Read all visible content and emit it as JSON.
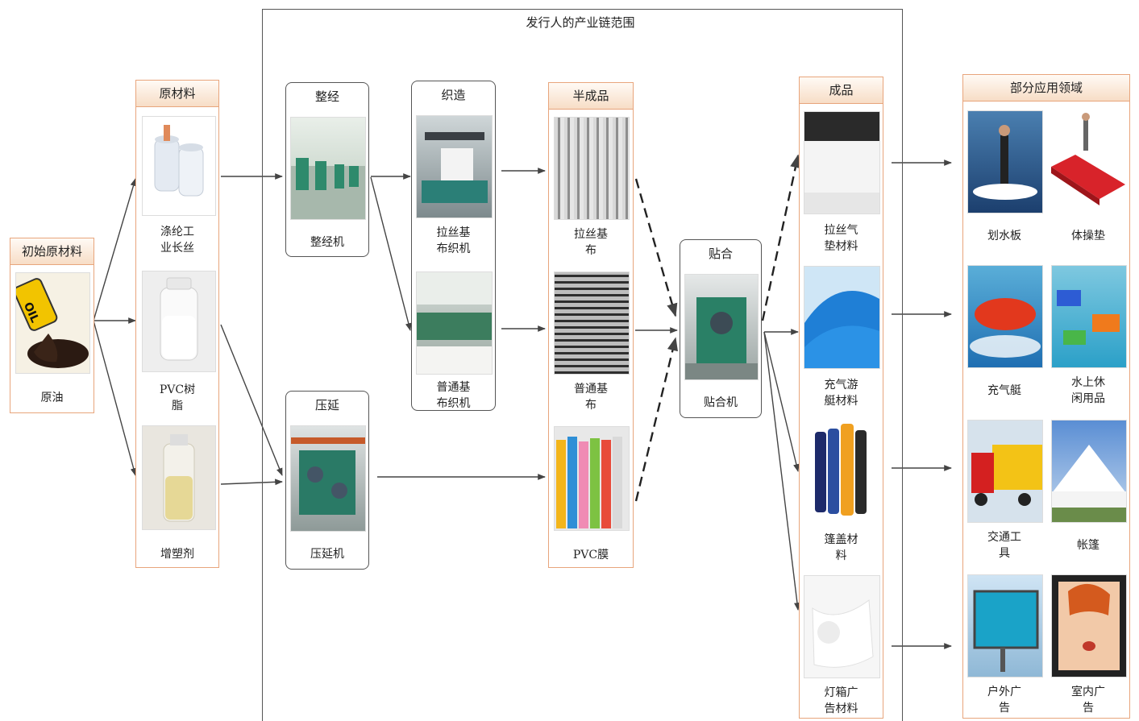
{
  "scope_title": "发行人的产业链范围",
  "initial": {
    "head": "初始原材料",
    "item": "原油"
  },
  "raw": {
    "head": "原材料",
    "items": [
      "涤纶工\n业长丝",
      "PVC树\n脂",
      "增塑剂"
    ]
  },
  "warping": {
    "head": "整经",
    "item": "整经机"
  },
  "weaving": {
    "head": "织造",
    "items": [
      "拉丝基\n布织机",
      "普通基\n布织机"
    ]
  },
  "calender": {
    "head": "压延",
    "item": "压延机"
  },
  "semi": {
    "head": "半成品",
    "items": [
      "拉丝基\n布",
      "普通基\n布",
      "PVC膜"
    ]
  },
  "laminate": {
    "head": "贴合",
    "item": "贴合机"
  },
  "finished": {
    "head": "成品",
    "items": [
      "拉丝气\n垫材料",
      "充气游\n艇材料",
      "篷盖材\n料",
      "灯箱广\n告材料"
    ]
  },
  "apps": {
    "head": "部分应用领域",
    "items": [
      "划水板",
      "体操垫",
      "充气艇",
      "水上休\n闲用品",
      "交通工\n具",
      "帐篷",
      "户外广\n告",
      "室内广\n告"
    ]
  },
  "icons": {
    "oil_label": "OIL"
  },
  "colors": {
    "column_border": "#e8a57c",
    "column_header": "#f7ddc6",
    "arrow": "#444444"
  }
}
